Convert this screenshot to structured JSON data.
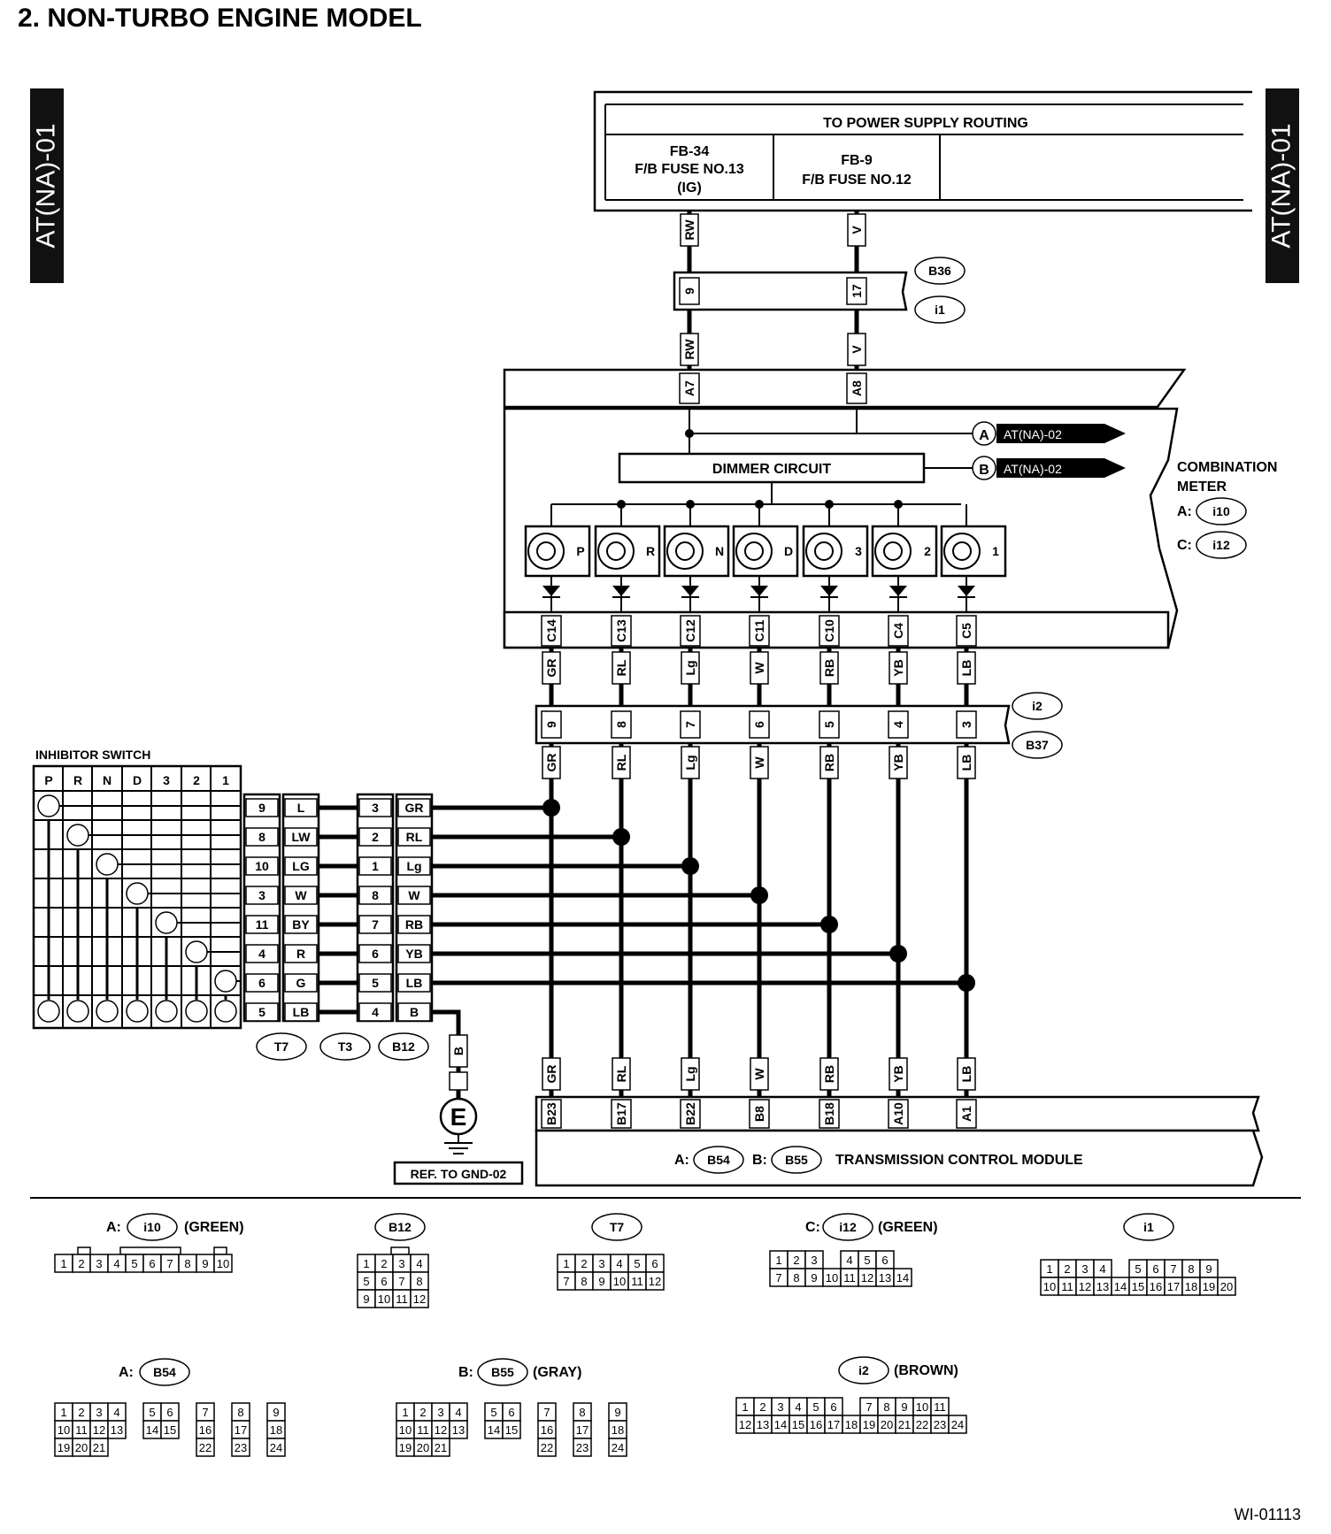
{
  "page": {
    "title": "2. NON-TURBO ENGINE MODEL",
    "side_tab": "AT(NA)-01",
    "doc_id": "WI-01113"
  },
  "power": {
    "header": "TO POWER SUPPLY ROUTING",
    "fuse_left": [
      "FB-34",
      "F/B FUSE NO.13",
      "(IG)"
    ],
    "fuse_right": [
      "FB-9",
      "F/B FUSE NO.12"
    ],
    "wire_left": "RW",
    "wire_right": "V"
  },
  "connectors": {
    "b36": "B36",
    "i1": "i1",
    "i2": "i2",
    "b37": "B37",
    "t7": "T7",
    "t3": "T3",
    "b12": "B12",
    "b36_pins": [
      "9",
      "17"
    ],
    "meter_pins_top": [
      "A7",
      "A8"
    ]
  },
  "meter": {
    "dimmer": "DIMMER CIRCUIT",
    "ref_a": {
      "letter": "A",
      "text": "AT(NA)-02"
    },
    "ref_b": {
      "letter": "B",
      "text": "AT(NA)-02"
    },
    "name": [
      "COMBINATION",
      "METER"
    ],
    "conn_a": {
      "prefix": "A:",
      "id": "i10"
    },
    "conn_c": {
      "prefix": "C:",
      "id": "i12"
    },
    "lamps": [
      "P",
      "R",
      "N",
      "D",
      "3",
      "2",
      "1"
    ],
    "pins_bottom": [
      "C14",
      "C13",
      "C12",
      "C11",
      "C10",
      "C4",
      "C5"
    ]
  },
  "wires": {
    "colors": [
      "GR",
      "RL",
      "Lg",
      "W",
      "RB",
      "YB",
      "LB"
    ],
    "i2_pins": [
      "9",
      "8",
      "7",
      "6",
      "5",
      "4",
      "3"
    ]
  },
  "inhibitor": {
    "title": "INHIBITOR SWITCH",
    "positions": [
      "P",
      "R",
      "N",
      "D",
      "3",
      "2",
      "1"
    ],
    "t7_pins": [
      "9",
      "8",
      "10",
      "3",
      "11",
      "4",
      "6",
      "5"
    ],
    "t7_colors": [
      "L",
      "LW",
      "LG",
      "W",
      "BY",
      "R",
      "G",
      "LB"
    ],
    "b12_pins": [
      "3",
      "2",
      "1",
      "8",
      "7",
      "6",
      "5",
      "4"
    ],
    "b12_colors": [
      "GR",
      "RL",
      "Lg",
      "W",
      "RB",
      "YB",
      "LB",
      "B"
    ]
  },
  "ground": {
    "wire": "B",
    "symbol": "E",
    "ref": "REF. TO GND-02"
  },
  "tcm": {
    "name": "TRANSMISSION CONTROL MODULE",
    "conn_a": {
      "prefix": "A:",
      "id": "B54"
    },
    "conn_b": {
      "prefix": "B:",
      "id": "B55"
    },
    "pins": [
      "B23",
      "B17",
      "B22",
      "B8",
      "B18",
      "A10",
      "A1"
    ]
  },
  "legends": {
    "i10": {
      "prefix": "A:",
      "id": "i10",
      "color": "(GREEN)"
    },
    "b12": {
      "id": "B12"
    },
    "t7": {
      "id": "T7"
    },
    "i12": {
      "prefix": "C:",
      "id": "i12",
      "color": "(GREEN)"
    },
    "i1": {
      "id": "i1"
    },
    "b54": {
      "prefix": "A:",
      "id": "B54"
    },
    "b55": {
      "prefix": "B:",
      "id": "B55",
      "color": "(GRAY)"
    },
    "i2": {
      "id": "i2",
      "color": "(BROWN)"
    }
  },
  "connector_faces": {
    "i10": [
      [
        "1",
        "2",
        "3",
        "4",
        "5",
        "6",
        "7",
        "8",
        "9",
        "10"
      ]
    ],
    "b12": [
      [
        "1",
        "2",
        "3",
        "4"
      ],
      [
        "5",
        "6",
        "7",
        "8"
      ],
      [
        "9",
        "10",
        "11",
        "12"
      ]
    ],
    "t7": [
      [
        "1",
        "2",
        "3",
        "4",
        "5",
        "6"
      ],
      [
        "7",
        "8",
        "9",
        "10",
        "11",
        "12"
      ]
    ],
    "i12": [
      [
        "1",
        "2",
        "3",
        "",
        "4",
        "5",
        "6"
      ],
      [
        "7",
        "8",
        "9",
        "10",
        "11",
        "12",
        "13",
        "14"
      ]
    ],
    "i1": [
      [
        "1",
        "2",
        "3",
        "4",
        "",
        "5",
        "6",
        "7",
        "8",
        "9"
      ],
      [
        "10",
        "11",
        "12",
        "13",
        "14",
        "15",
        "16",
        "17",
        "18",
        "19",
        "20"
      ]
    ],
    "b54": [
      [
        "1",
        "2",
        "3",
        "4",
        "",
        "5",
        "6",
        "",
        "7",
        "",
        "8",
        "",
        "9"
      ],
      [
        "10",
        "11",
        "12",
        "13",
        "",
        "14",
        "15",
        "",
        "16",
        "",
        "17",
        "",
        "18"
      ],
      [
        "19",
        "20",
        "21",
        "",
        "",
        "",
        "",
        "",
        "22",
        "",
        "23",
        "",
        "24"
      ]
    ],
    "b55": [
      [
        "1",
        "2",
        "3",
        "4",
        "",
        "5",
        "6",
        "",
        "7",
        "",
        "8",
        "",
        "9"
      ],
      [
        "10",
        "11",
        "12",
        "13",
        "",
        "14",
        "15",
        "",
        "16",
        "",
        "17",
        "",
        "18"
      ],
      [
        "19",
        "20",
        "21",
        "",
        "",
        "",
        "",
        "",
        "22",
        "",
        "23",
        "",
        "24"
      ]
    ],
    "i2": [
      [
        "1",
        "2",
        "3",
        "4",
        "5",
        "6",
        "",
        "7",
        "8",
        "9",
        "10",
        "11"
      ],
      [
        "12",
        "13",
        "14",
        "15",
        "16",
        "17",
        "18",
        "19",
        "20",
        "21",
        "22",
        "23",
        "24"
      ]
    ]
  }
}
